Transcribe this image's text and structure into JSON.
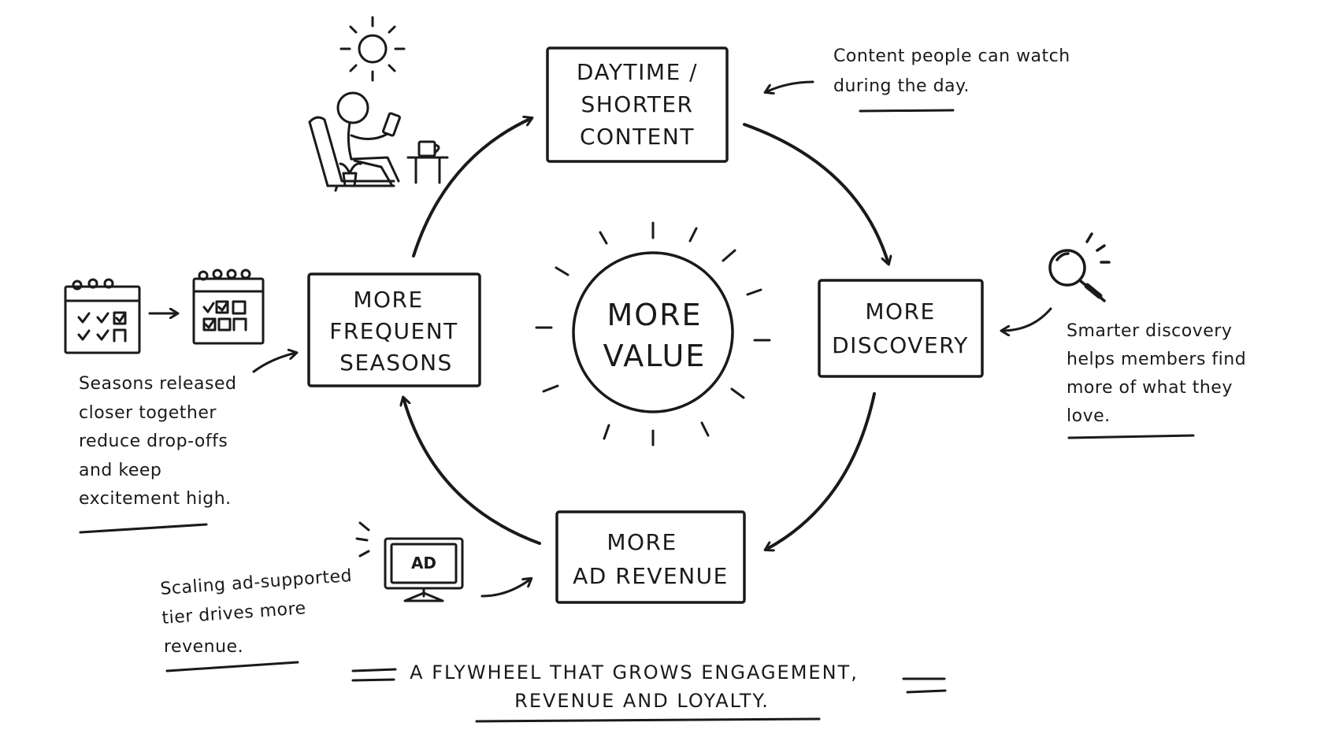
{
  "diagram": {
    "center": {
      "line1": "MORE",
      "line2": "VALUE"
    },
    "nodes": {
      "daytime": {
        "line1": "DAYTIME /",
        "line2": "SHORTER",
        "line3": "CONTENT"
      },
      "discovery": {
        "line1": "MORE",
        "line2": "DISCOVERY"
      },
      "ad_revenue": {
        "line1": "MORE",
        "line2": "AD REVENUE"
      },
      "seasons": {
        "line1": "MORE",
        "line2": "FREQUENT",
        "line3": "SEASONS"
      }
    },
    "notes": {
      "daytime": {
        "line1": "Content people can watch",
        "line2": "during the day."
      },
      "discovery": {
        "line1": "Smarter discovery",
        "line2": "helps members find",
        "line3": "more of what they",
        "line4": "love."
      },
      "ad": {
        "line1": "Scaling ad-supported",
        "line2": "tier drives more",
        "line3": "revenue."
      },
      "seasons": {
        "line1": "Seasons released",
        "line2": "closer together",
        "line3": "reduce drop-offs",
        "line4": "and keep",
        "line5": "excitement high."
      }
    },
    "tv_label": "AD",
    "footer": {
      "line1": "A FLYWHEEL THAT GROWS ENGAGEMENT,",
      "line2": "REVENUE AND LOYALTY."
    },
    "icons": [
      "person-reading-icon",
      "sun-icon",
      "coffee-table-icon",
      "magnifier-icon",
      "tv-icon",
      "calendar-icon"
    ]
  }
}
